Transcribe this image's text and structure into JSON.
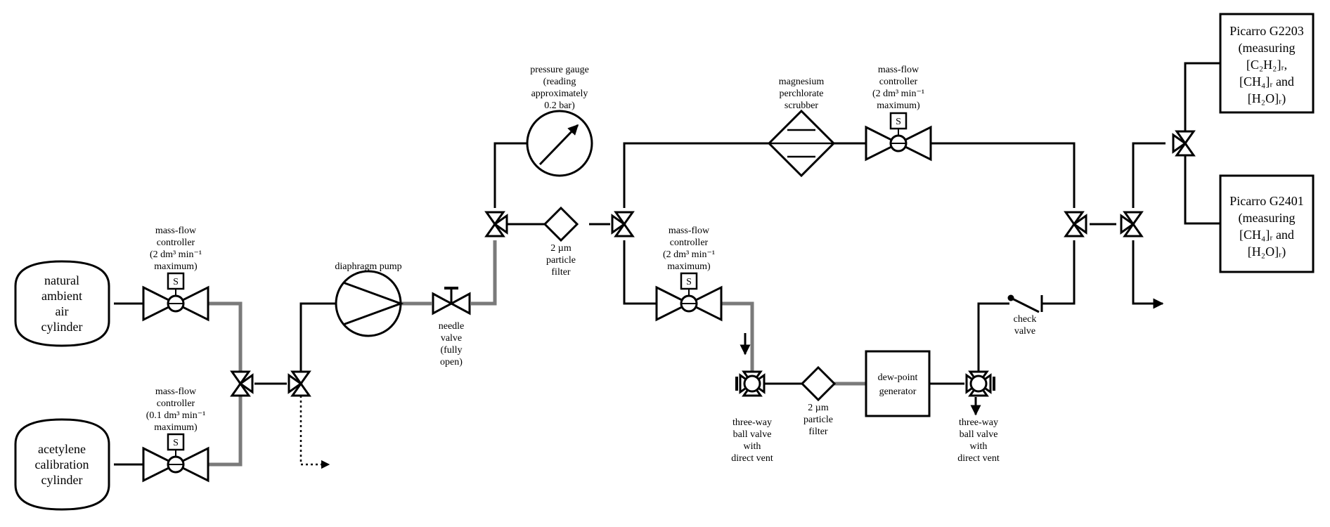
{
  "components": {
    "air_cylinder": [
      "natural",
      "ambient",
      "air",
      "cylinder"
    ],
    "acetylene_cylinder": [
      "acetylene",
      "calibration",
      "cylinder"
    ],
    "mfc_air": [
      "mass-flow",
      "controller",
      "(2 dm³ min⁻¹",
      "maximum)"
    ],
    "mfc_acetylene": [
      "mass-flow",
      "controller",
      "(0.1 dm³ min⁻¹",
      "maximum)"
    ],
    "mfc_scrubber_branch": [
      "mass-flow",
      "controller",
      "(2 dm³ min⁻¹",
      "maximum)"
    ],
    "mfc_humid_branch": [
      "mass-flow",
      "controller",
      "(2 dm³ min⁻¹",
      "maximum)"
    ],
    "solenoid_letter": "S",
    "diaphragm_pump": "diaphragm pump",
    "needle_valve": [
      "needle",
      "valve",
      "(fully",
      "open)"
    ],
    "pressure_gauge": [
      "pressure gauge",
      "(reading",
      "approximately",
      "0.2 bar)"
    ],
    "particle_filter_1": [
      "2 µm",
      "particle",
      "filter"
    ],
    "particle_filter_2": [
      "2 µm",
      "particle",
      "filter"
    ],
    "scrubber": [
      "magnesium",
      "perchlorate",
      "scrubber"
    ],
    "dew_point_generator": [
      "dew-point",
      "generator"
    ],
    "ball_valve_left": [
      "three-way",
      "ball valve",
      "with",
      "direct vent"
    ],
    "ball_valve_right": [
      "three-way",
      "ball valve",
      "with",
      "direct vent"
    ],
    "check_valve": [
      "check",
      "valve"
    ],
    "picarro_g2203": [
      "Picarro G2203",
      "(measuring",
      "[C₂H₂]ᵣ,",
      "[CH₄]ᵣ and",
      "[H₂O]ᵣ)"
    ],
    "picarro_g2401": [
      "Picarro G2401",
      "(measuring",
      "[CH₄]ᵣ and",
      "[H₂O]ᵣ)"
    ]
  },
  "colors": {
    "line": "#000000",
    "line_grey": "#7a7a7a",
    "background": "#ffffff"
  }
}
